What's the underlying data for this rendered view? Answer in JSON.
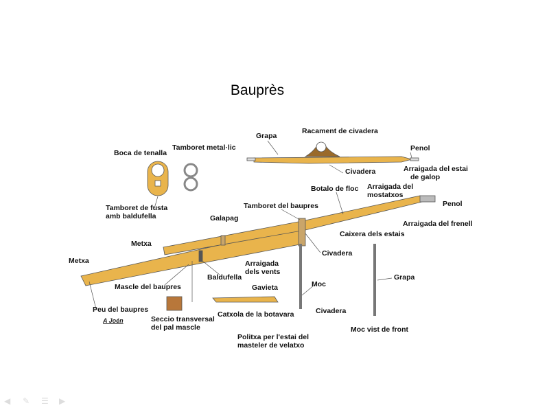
{
  "title": "Bauprès",
  "signature": "A Joén",
  "labels": {
    "grapa_top": "Grapa",
    "racament": "Racament de civadera",
    "penol_top": "Penol",
    "civadera_top": "Civadera",
    "boca_tenalla": "Boca de tenalla",
    "tamboret_metallic": "Tamboret metal·lic",
    "arraigada_estai_1": "Arraigada del estai",
    "arraigada_estai_2": "de galop",
    "arraigada_mostatxos_1": "Arraigada del",
    "arraigada_mostatxos_2": "mostatxos",
    "botalo_floc": "Botalo de floc",
    "penol_right": "Penol",
    "tamboret_fusta_1": "Tamboret de fusta",
    "tamboret_fusta_2": "amb baldufella",
    "tamboret_baupres": "Tamboret del baupres",
    "galapag": "Galapag",
    "arraigada_frenell": "Arraigada del frenell",
    "caixera_estais": "Caixera dels estais",
    "metxa_upper": "Metxa",
    "civadera_mid": "Civadera",
    "metxa_left": "Metxa",
    "arraigada_vents_1": "Arraigada",
    "arraigada_vents_2": "dels vents",
    "baldufella": "Baldufella",
    "mascle_baupres": "Mascle del baupres",
    "moc": "Moc",
    "grapa_right": "Grapa",
    "gavieta": "Gavieta",
    "peu_baupres": "Peu del baupres",
    "civadera_low": "Civadera",
    "catxola": "Catxola de la botavara",
    "seccio_1": "Seccio transversal",
    "seccio_2": "del pal mascle",
    "moc_front": "Moc vist de front",
    "politxa_1": "Politxa per l'estai del",
    "politxa_2": "masteler de velatxo"
  },
  "colors": {
    "wood": "#e9b44c",
    "wood_dark": "#b07a22",
    "metal": "#888888"
  }
}
